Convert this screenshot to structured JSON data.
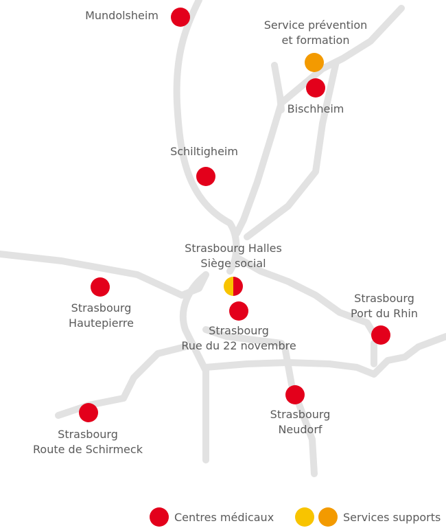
{
  "colors": {
    "road": "#e2e2e2",
    "medical": "#e3001b",
    "support_orange": "#f39a00",
    "support_yellow": "#f8c400",
    "text": "#5a5a5a"
  },
  "locations": [
    {
      "id": "mundolsheim",
      "lines": [
        "Mundolsheim"
      ],
      "category": "medical"
    },
    {
      "id": "service-prevention",
      "lines": [
        "Service prévention",
        "et formation"
      ],
      "category": "support"
    },
    {
      "id": "bischheim",
      "lines": [
        "Bischheim"
      ],
      "category": "medical"
    },
    {
      "id": "schiltigheim",
      "lines": [
        "Schiltigheim"
      ],
      "category": "medical"
    },
    {
      "id": "strasbourg-halles",
      "lines": [
        "Strasbourg Halles",
        "Siège social"
      ],
      "category": "medical+support"
    },
    {
      "id": "strasbourg-hautepierre",
      "lines": [
        "Strasbourg",
        "Hautepierre"
      ],
      "category": "medical"
    },
    {
      "id": "strasbourg-22-novembre",
      "lines": [
        "Strasbourg",
        "Rue du 22 novembre"
      ],
      "category": "medical"
    },
    {
      "id": "strasbourg-port-du-rhin",
      "lines": [
        "Strasbourg",
        "Port du Rhin"
      ],
      "category": "medical"
    },
    {
      "id": "strasbourg-neudorf",
      "lines": [
        "Strasbourg",
        "Neudorf"
      ],
      "category": "medical"
    },
    {
      "id": "strasbourg-schirmeck",
      "lines": [
        "Strasbourg",
        "Route de Schirmeck"
      ],
      "category": "medical"
    }
  ],
  "legend": {
    "medical_label": "Centres médicaux",
    "support_label": "Services supports"
  }
}
